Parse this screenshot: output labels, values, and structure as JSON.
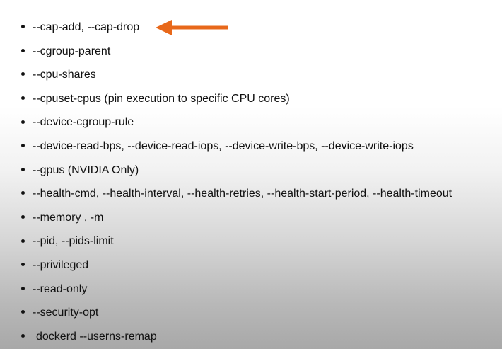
{
  "slide": {
    "accent_color": "#e8681a",
    "arrow_icon": "left-arrow-icon",
    "bullets": [
      "--cap-add, --cap-drop",
      "--cgroup-parent",
      "--cpu-shares",
      "--cpuset-cpus (pin execution to specific CPU cores)",
      "--device-cgroup-rule",
      "--device-read-bps, --device-read-iops, --device-write-bps, --device-write-iops",
      "--gpus (NVIDIA Only)",
      "--health-cmd, --health-interval, --health-retries, --health-start-period, --health-timeout",
      "--memory , -m",
      "--pid, --pids-limit",
      "--privileged",
      "--read-only",
      "--security-opt",
      "dockerd --userns-remap"
    ]
  }
}
